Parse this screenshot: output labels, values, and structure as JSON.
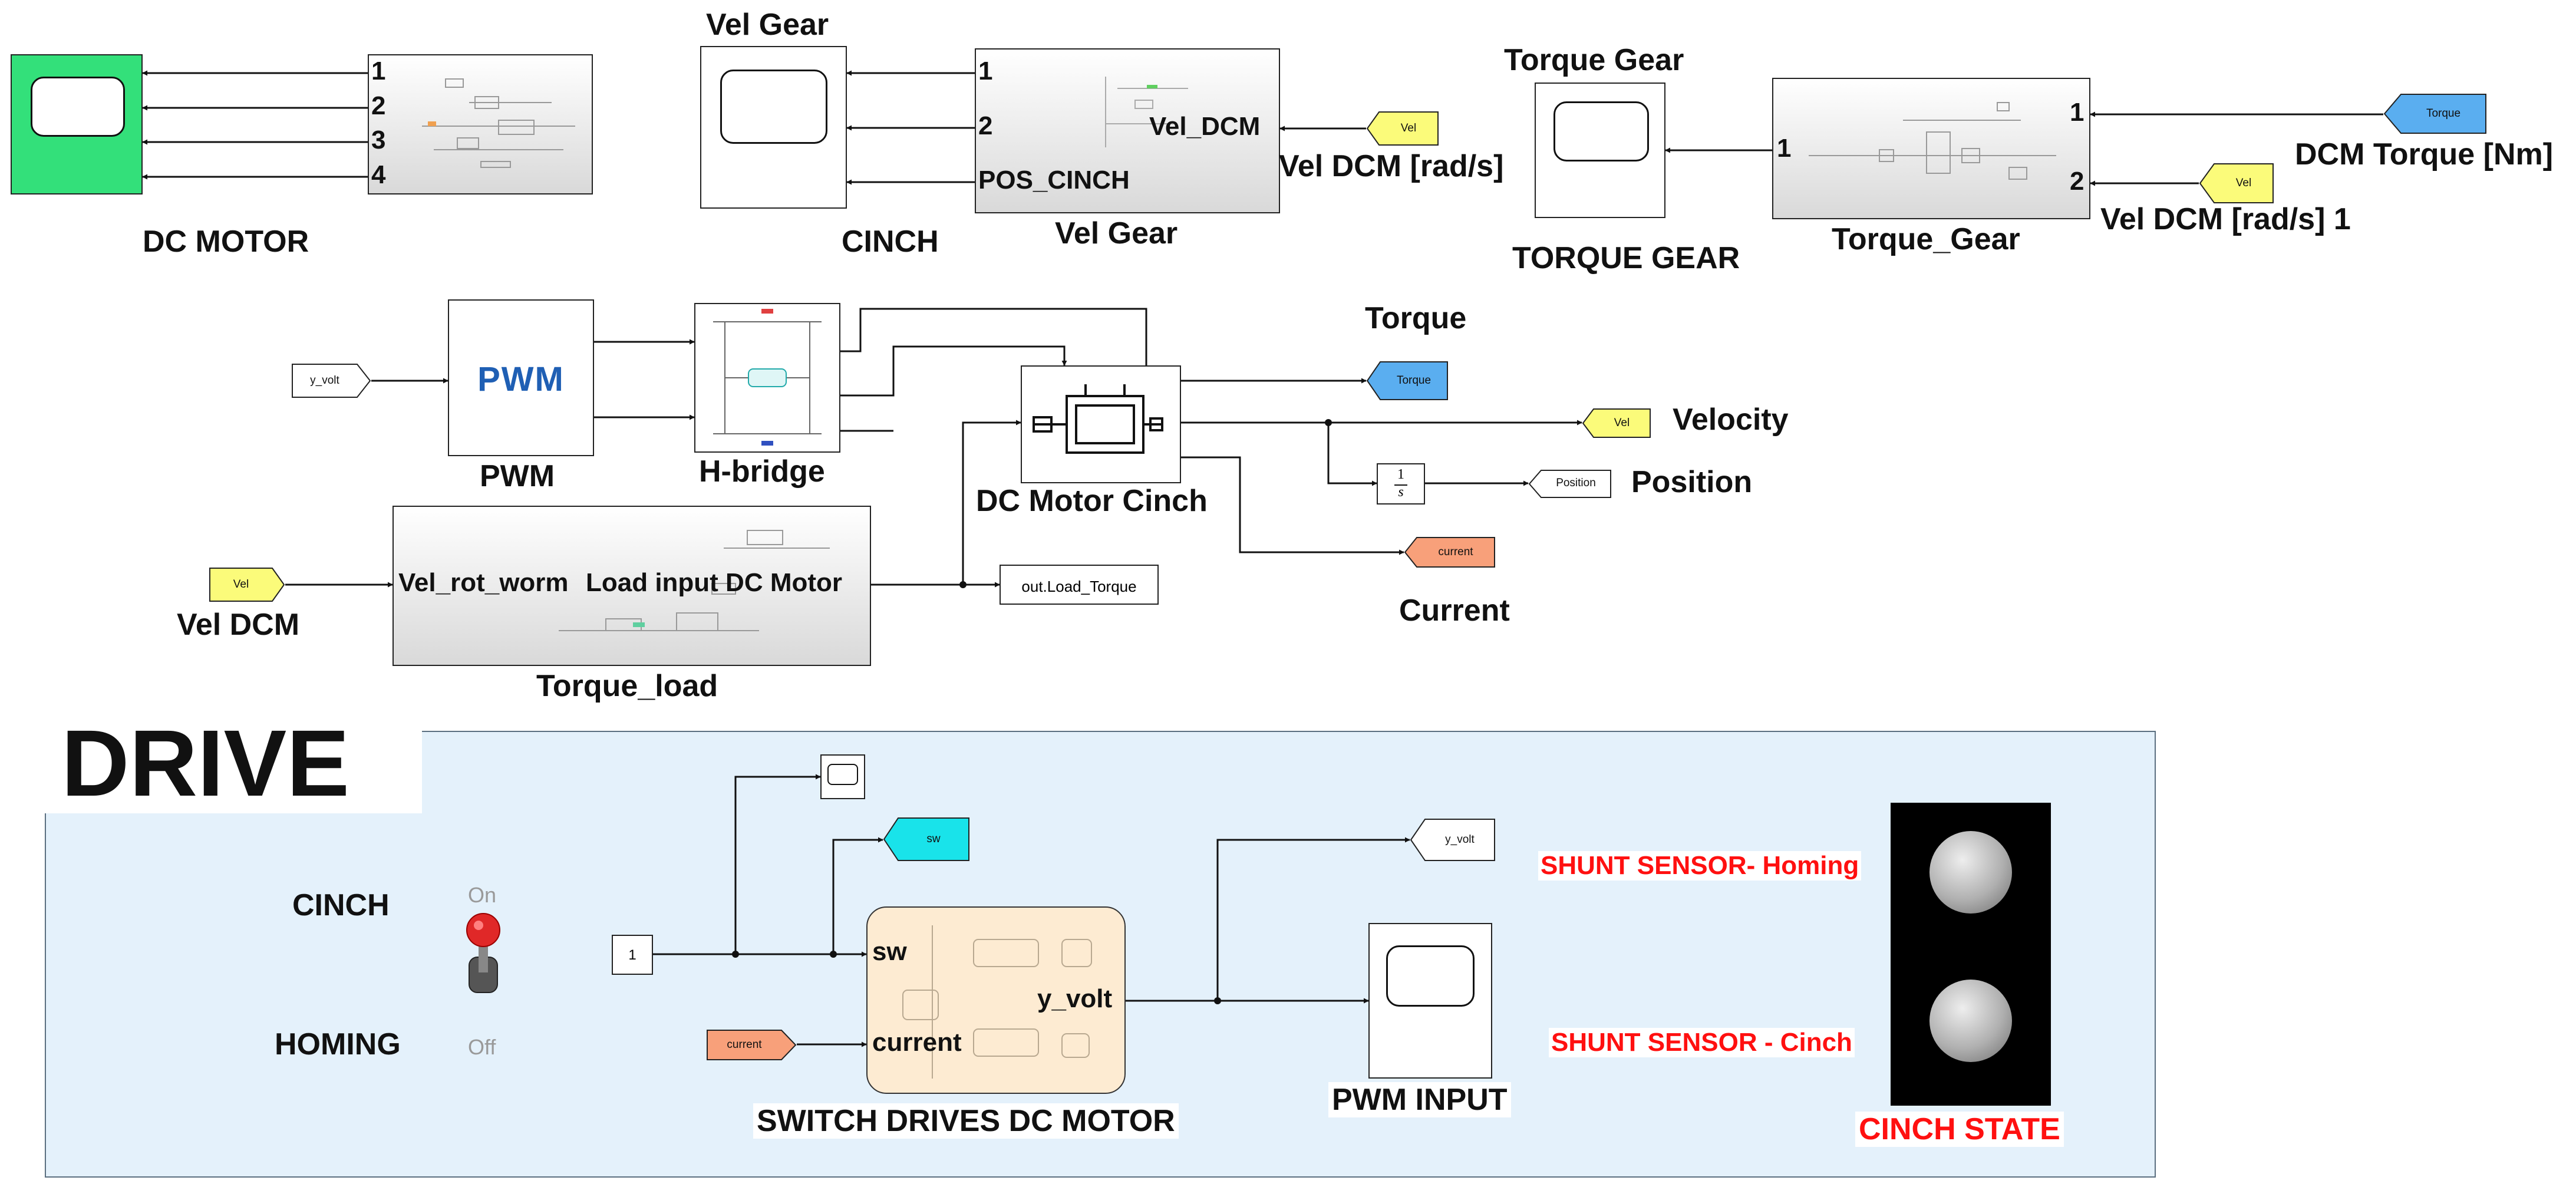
{
  "top": {
    "dc_motor_title": "DC MOTOR",
    "dc_motor_ports": [
      "1",
      "2",
      "3",
      "4"
    ],
    "cinch_title": "CINCH",
    "vel_gear_scope_label": "Vel Gear",
    "vel_gear_title": "Vel Gear",
    "vel_gear_ports": [
      "1",
      "2",
      "POS_CINCH"
    ],
    "vel_gear_input": "Vel_DCM",
    "vel_dcm_source_label": "Vel DCM [rad/s]",
    "torque_gear_scope_label": "Torque Gear",
    "torque_gear_scope_title": "TORQUE  GEAR",
    "torque_gear_title": "Torque_Gear",
    "torque_gear_out_port": "1",
    "torque_gear_in_ports": [
      "1",
      "2"
    ],
    "dcm_torque_label": "DCM Torque [Nm]",
    "vel_dcm_1_label": "Vel DCM [rad/s] 1"
  },
  "middle": {
    "y_volt_tag": "y_volt",
    "pwm_logo": "PWM",
    "pwm_title": "PWM",
    "hbridge_title": "H-bridge",
    "dc_motor_cinch_title": "DC Motor Cinch",
    "torque_label": "Torque",
    "velocity_label": "Velocity",
    "position_label": "Position",
    "current_label": "Current",
    "integrator_num": "1",
    "integrator_den": "s",
    "vel_dcm_label": "Vel DCM",
    "torque_load_port_in": "Vel_rot_worm",
    "torque_load_port_out": "Load input DC Motor",
    "torque_load_title": "Torque_load",
    "to_workspace": "out.Load_Torque"
  },
  "tags": {
    "vel": "Vel",
    "torque": "Torque",
    "position": "Position",
    "current": "current",
    "sw": "sw",
    "y_volt": "y_volt"
  },
  "drive": {
    "title": "DRIVE",
    "cinch_label": "CINCH",
    "homing_label": "HOMING",
    "switch_on": "On",
    "switch_off": "Off",
    "constant_value": "1",
    "chart_port_sw": "sw",
    "chart_port_current": "current",
    "chart_port_out": "y_volt",
    "chart_title": "SWITCH DRIVES DC MOTOR",
    "pwm_input_title": "PWM INPUT",
    "shunt_homing": "SHUNT SENSOR- Homing",
    "shunt_cinch": "SHUNT SENSOR - Cinch",
    "cinch_state": "CINCH STATE"
  },
  "colors": {
    "scope_green": "#33e07a",
    "tag_yellow": "#fbfb7a",
    "tag_blue": "#5aaef0",
    "tag_orange": "#f8a07a",
    "tag_cyan": "#19e3ea",
    "drive_bg": "#e4f1fb",
    "chart_bg": "#fdebd2",
    "alert_red": "#ff1010",
    "pwm_blue": "#1f5fb4"
  }
}
